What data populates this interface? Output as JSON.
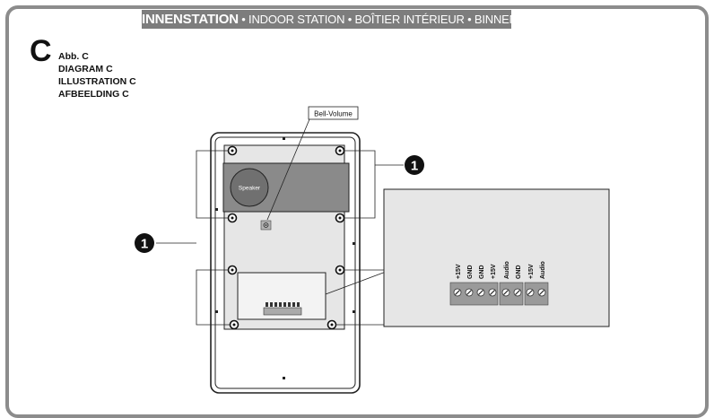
{
  "header": {
    "main": "INNENSTATION",
    "rest": "• INDOOR STATION • BOÎTIER INTÉRIEUR • BINNENSTATION"
  },
  "diagram": {
    "letter": "C",
    "captions": [
      "Abb. C",
      "DIAGRAM C",
      "ILLUSTRATION C",
      "AFBEELDING C"
    ]
  },
  "labels": {
    "bell_volume": "Bell-Volume",
    "speaker": "Speaker",
    "marker": "1"
  },
  "terminals": [
    "+15V",
    "GND",
    "GND",
    "+15V",
    "Audio",
    "GND",
    "+15V",
    "Audio"
  ]
}
